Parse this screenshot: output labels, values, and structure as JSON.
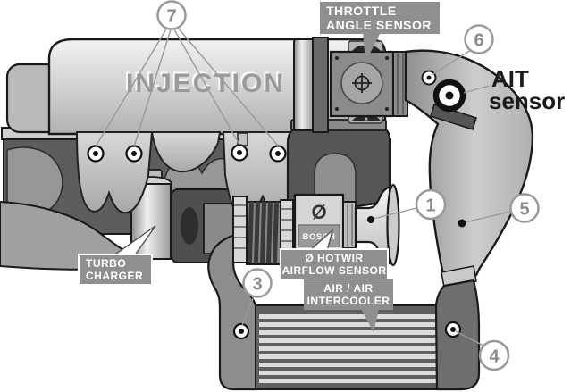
{
  "diagram": {
    "type": "engine-intake-system-diagram",
    "engine_cover_text": "INJECTION",
    "labels": {
      "throttle_angle_sensor": {
        "line1": "THROTTLE",
        "line2": "ANGLE SENSOR"
      },
      "turbo_charger": {
        "line1": "TURBO",
        "line2": "CHARGER"
      },
      "hotwire_airflow_sensor": {
        "line1": "Ø HOTWIR",
        "line2": "AIRFLOW SENSOR"
      },
      "air_intercooler": {
        "line1": "AIR / AIR",
        "line2": "INTERCOOLER"
      },
      "ait_sensor": {
        "line1": "AIT",
        "line2": "sensor"
      },
      "bosch_logo": "BOSCH",
      "diameter_symbol": "Ø"
    },
    "callouts": {
      "n1": "1",
      "n3": "3",
      "n4": "4",
      "n5": "5",
      "n6": "6",
      "n7": "7"
    },
    "colors": {
      "background": "#ffffff",
      "label_bg": "#8f8f8f",
      "label_text": "#ffffff",
      "callout_stroke": "#9a9a9a",
      "callout_text": "#8a8a8a",
      "outline": "#1a1a1a",
      "engine_block": "#5d5d5d",
      "cover_light": "#ececec",
      "cover_dark": "#b5b5b5",
      "duct_gray": "#b9b9b9",
      "intercooler_tank": "#6e6e6e",
      "intercooler_slat": "#dcdcdc",
      "ait_text": "#1b1b1b",
      "embossed_text": "#9a9a9a"
    }
  }
}
